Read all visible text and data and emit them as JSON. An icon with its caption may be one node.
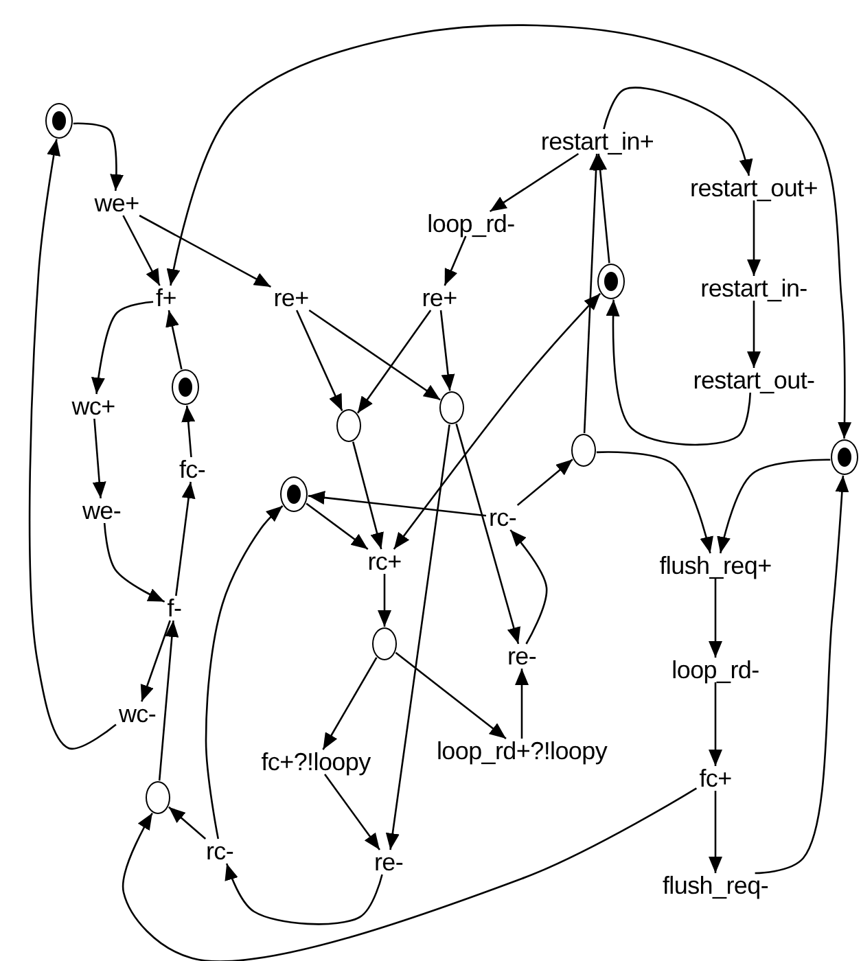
{
  "diagram": {
    "nodes": [
      {
        "text": [],
        "shape": "circle"
      },
      {
        "text": [
          "restart_in+"
        ]
      },
      {
        "text": [
          "restart_out+"
        ]
      },
      {
        "text": [
          "we+"
        ]
      },
      {
        "text": [
          "loop_rd-"
        ]
      },
      {
        "text": [],
        "shape": "circle"
      },
      {
        "text": [
          "restart_in-"
        ]
      },
      {
        "text": [
          "f+"
        ]
      },
      {
        "text": [
          "re+"
        ]
      },
      {
        "text": [
          "re+"
        ]
      },
      {
        "text": [
          "restart_out-"
        ]
      },
      {
        "text": [],
        "shape": "circle"
      },
      {
        "text": [
          "wc+"
        ]
      },
      {
        "text": [],
        "shape": "circle"
      },
      {
        "text": [],
        "shape": "circle"
      },
      {
        "text": [],
        "shape": "circle"
      },
      {
        "text": [],
        "shape": "circle"
      },
      {
        "text": [
          "fc-"
        ]
      },
      {
        "text": [],
        "shape": "circle"
      },
      {
        "text": [
          "we-"
        ]
      },
      {
        "text": [
          "rc-"
        ]
      },
      {
        "text": [
          "rc+"
        ]
      },
      {
        "text": [
          "flush_req+"
        ]
      },
      {
        "text": [
          "f-"
        ]
      },
      {
        "text": [],
        "shape": "circle"
      },
      {
        "text": [
          "re-"
        ]
      },
      {
        "text": [
          "loop_rd-"
        ]
      },
      {
        "text": [
          "wc-"
        ]
      },
      {
        "text": [
          "loop_rd+?!loopy"
        ]
      },
      {
        "text": [
          "fc+?!loopy"
        ]
      },
      {
        "text": [
          "fc+"
        ]
      },
      {
        "text": [],
        "shape": "circle"
      },
      {
        "text": [
          "rc-"
        ]
      },
      {
        "text": [
          "re-"
        ]
      },
      {
        "text": [
          "flush_req-"
        ]
      }
    ],
    "edges": [
      {
        "from": 0,
        "to": 3,
        "arrow": "to"
      },
      {
        "from": 3,
        "to": 7,
        "arrow": "to"
      },
      {
        "from": 3,
        "to": 8,
        "arrow": "to"
      },
      {
        "from": 7,
        "to": 16,
        "arrow": "both"
      },
      {
        "from": 7,
        "to": 12,
        "arrow": "to"
      },
      {
        "from": 11,
        "to": 7,
        "arrow": "to"
      },
      {
        "from": 17,
        "to": 11,
        "arrow": "to"
      },
      {
        "from": 12,
        "to": 19,
        "arrow": "to"
      },
      {
        "from": 19,
        "to": 23,
        "arrow": "to"
      },
      {
        "from": 23,
        "to": 17,
        "arrow": "to"
      },
      {
        "from": 23,
        "to": 27,
        "arrow": "to"
      },
      {
        "from": 27,
        "to": 0,
        "arrow": "to"
      },
      {
        "from": 31,
        "to": 23,
        "arrow": "to"
      },
      {
        "from": 32,
        "to": 31,
        "arrow": "to"
      },
      {
        "from": 30,
        "to": 31,
        "arrow": "to"
      },
      {
        "from": 32,
        "to": 18,
        "arrow": "to"
      },
      {
        "from": 33,
        "to": 32,
        "arrow": "to"
      },
      {
        "from": 29,
        "to": 33,
        "arrow": "to"
      },
      {
        "from": 13,
        "to": 33,
        "arrow": "to"
      },
      {
        "from": 8,
        "to": 14,
        "arrow": "to"
      },
      {
        "from": 8,
        "to": 13,
        "arrow": "to"
      },
      {
        "from": 9,
        "to": 14,
        "arrow": "to"
      },
      {
        "from": 9,
        "to": 13,
        "arrow": "to"
      },
      {
        "from": 4,
        "to": 9,
        "arrow": "to"
      },
      {
        "from": 1,
        "to": 4,
        "arrow": "to"
      },
      {
        "from": 1,
        "to": 2,
        "arrow": "to"
      },
      {
        "from": 2,
        "to": 6,
        "arrow": "to"
      },
      {
        "from": 6,
        "to": 10,
        "arrow": "to"
      },
      {
        "from": 10,
        "to": 5,
        "arrow": "to"
      },
      {
        "from": 5,
        "to": 1,
        "arrow": "to"
      },
      {
        "from": 15,
        "to": 1,
        "arrow": "to"
      },
      {
        "from": 20,
        "to": 15,
        "arrow": "to"
      },
      {
        "from": 20,
        "to": 18,
        "arrow": "to"
      },
      {
        "from": 15,
        "to": 22,
        "arrow": "to"
      },
      {
        "from": 16,
        "to": 22,
        "arrow": "to"
      },
      {
        "from": 22,
        "to": 26,
        "arrow": "to"
      },
      {
        "from": 26,
        "to": 30,
        "arrow": "to"
      },
      {
        "from": 30,
        "to": 34,
        "arrow": "to"
      },
      {
        "from": 34,
        "to": 16,
        "arrow": "to"
      },
      {
        "from": 14,
        "to": 21,
        "arrow": "to"
      },
      {
        "from": 18,
        "to": 21,
        "arrow": "to"
      },
      {
        "from": 5,
        "to": 21,
        "arrow": "both"
      },
      {
        "from": 13,
        "to": 25,
        "arrow": "to"
      },
      {
        "from": 25,
        "to": 20,
        "arrow": "to"
      },
      {
        "from": 28,
        "to": 25,
        "arrow": "to"
      },
      {
        "from": 24,
        "to": 28,
        "arrow": "to"
      },
      {
        "from": 24,
        "to": 29,
        "arrow": "to"
      },
      {
        "from": 21,
        "to": 24,
        "arrow": "to"
      }
    ]
  }
}
